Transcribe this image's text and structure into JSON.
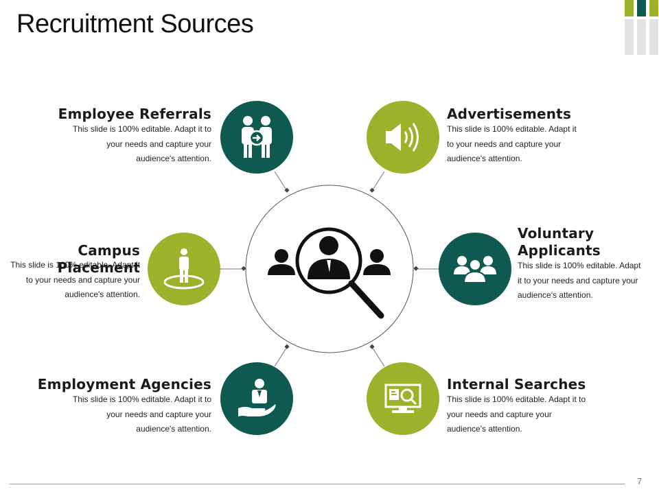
{
  "slide": {
    "title": "Recruitment Sources",
    "page_number": "7"
  },
  "colors": {
    "dark_green": "#0e5a50",
    "lime_green": "#9db22a",
    "decor_grey": "#e0e0e0"
  },
  "center": {
    "icon": "people-magnifier-icon"
  },
  "items": [
    {
      "id": "employee-referrals",
      "title": "Employee Referrals",
      "body_lines": [
        "This slide is 100% editable. Adapt it to",
        "your needs and capture your",
        "audience's attention."
      ],
      "icon": "referral-people-icon",
      "color": "dark"
    },
    {
      "id": "advertisements",
      "title": "Advertisements",
      "body_lines": [
        "This slide is 100% editable. Adapt it",
        "to your needs and capture your",
        "audience's attention."
      ],
      "icon": "speaker-icon",
      "color": "lime"
    },
    {
      "id": "campus-placement",
      "title": "Campus Placement",
      "body_lines": [
        "This slide is 100% editable. Adapt it",
        "to your needs and capture your",
        "audience's attention."
      ],
      "icon": "person-on-spot-icon",
      "color": "lime"
    },
    {
      "id": "voluntary-applicants",
      "title_lines": [
        "Voluntary",
        "Applicants"
      ],
      "body_lines": [
        "This slide is 100% editable. Adapt",
        "it to your needs and capture your",
        "audience's attention."
      ],
      "icon": "group-icon",
      "color": "dark"
    },
    {
      "id": "employment-agencies",
      "title": "Employment Agencies",
      "body_lines": [
        "This slide is 100% editable. Adapt it to",
        "your needs and capture your",
        "audience's attention."
      ],
      "icon": "person-in-hand-icon",
      "color": "dark"
    },
    {
      "id": "internal-searches",
      "title": "Internal Searches",
      "body_lines": [
        "This slide is 100% editable. Adapt it to",
        "your needs and capture your",
        "audience's attention."
      ],
      "icon": "monitor-search-icon",
      "color": "lime"
    }
  ]
}
